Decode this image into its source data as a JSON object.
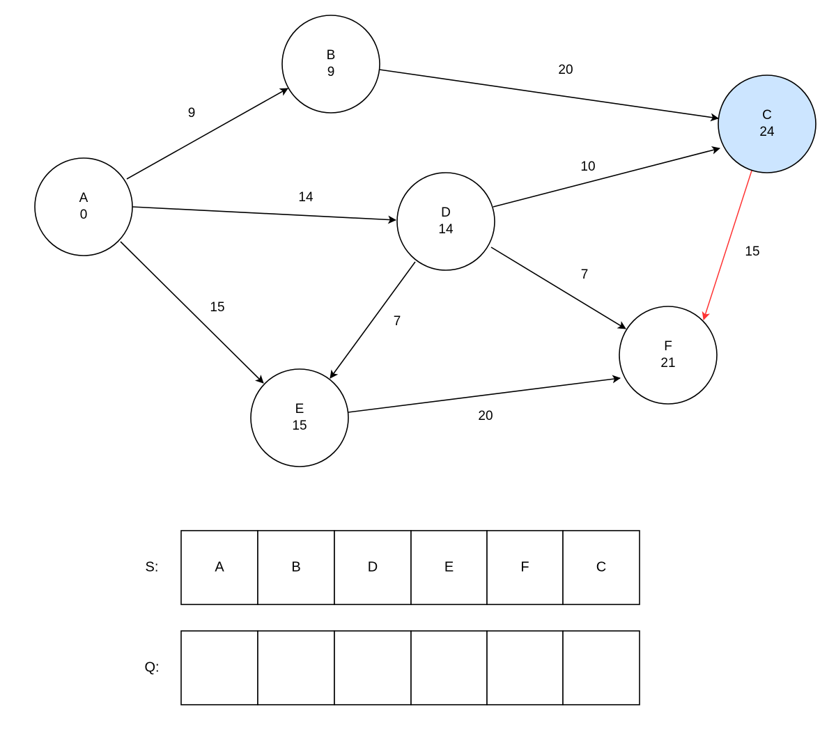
{
  "colors": {
    "stroke": "#000000",
    "node_fill": "#ffffff",
    "highlight_fill": "#cce5ff",
    "highlight_edge": "#ff3333"
  },
  "nodes": [
    {
      "id": "A",
      "label": "A",
      "distance": "0",
      "highlighted": false
    },
    {
      "id": "B",
      "label": "B",
      "distance": "9",
      "highlighted": false
    },
    {
      "id": "C",
      "label": "C",
      "distance": "24",
      "highlighted": true
    },
    {
      "id": "D",
      "label": "D",
      "distance": "14",
      "highlighted": false
    },
    {
      "id": "E",
      "label": "E",
      "distance": "15",
      "highlighted": false
    },
    {
      "id": "F",
      "label": "F",
      "distance": "21",
      "highlighted": false
    }
  ],
  "edges": [
    {
      "from": "A",
      "to": "B",
      "weight": "9",
      "highlighted": false
    },
    {
      "from": "A",
      "to": "D",
      "weight": "14",
      "highlighted": false
    },
    {
      "from": "A",
      "to": "E",
      "weight": "15",
      "highlighted": false
    },
    {
      "from": "B",
      "to": "C",
      "weight": "20",
      "highlighted": false
    },
    {
      "from": "D",
      "to": "C",
      "weight": "10",
      "highlighted": false
    },
    {
      "from": "D",
      "to": "F",
      "weight": "7",
      "highlighted": false
    },
    {
      "from": "D",
      "to": "E",
      "weight": "7",
      "highlighted": false
    },
    {
      "from": "E",
      "to": "F",
      "weight": "20",
      "highlighted": false
    },
    {
      "from": "C",
      "to": "F",
      "weight": "15",
      "highlighted": true
    }
  ],
  "rows": [
    {
      "label": "S:",
      "cells": [
        "A",
        "B",
        "D",
        "E",
        "F",
        "C"
      ]
    },
    {
      "label": "Q:",
      "cells": [
        "",
        "",
        "",
        "",
        "",
        ""
      ]
    }
  ]
}
